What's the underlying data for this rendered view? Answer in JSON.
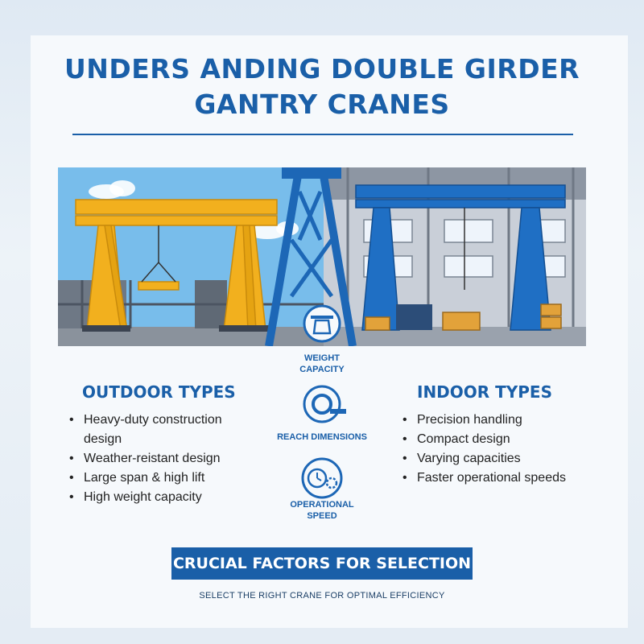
{
  "title": {
    "line1": "UNDERS ANDING DOUBLE GIRDER",
    "line2": "GANTRY CRANES"
  },
  "outdoor": {
    "heading": "OUTDOOR TYPES",
    "items": [
      "Heavy-duty construction",
      "design",
      "Weather-reistant design",
      "Large span & high lift",
      "High weight capacity"
    ]
  },
  "indoor": {
    "heading": "INDOOR TYPES",
    "items": [
      "Precision handling",
      "Compact design",
      "Varying capacities",
      "Faster operational speeds"
    ]
  },
  "factors": {
    "weight": "WEIGHT CAPACITY",
    "reach": "REACH DIMENSIONS",
    "speed_line1": "OPERATIONAL",
    "speed_line2": "SPEED"
  },
  "banner": "CRUCIAL FACTORS FOR SELECTION",
  "tagline": "SELECT THE RIGHT CRANE FOR OPTIMAL EFFICIENCY",
  "icons": [
    "scale-icon",
    "tape-measure-icon",
    "clock-gear-icon",
    "hook-icon"
  ],
  "colors": {
    "accent": "#1a5fa8",
    "outdoor_crane": "#f2b01e",
    "indoor_crane": "#1f6fc4",
    "sky": "#6cb6ea"
  }
}
